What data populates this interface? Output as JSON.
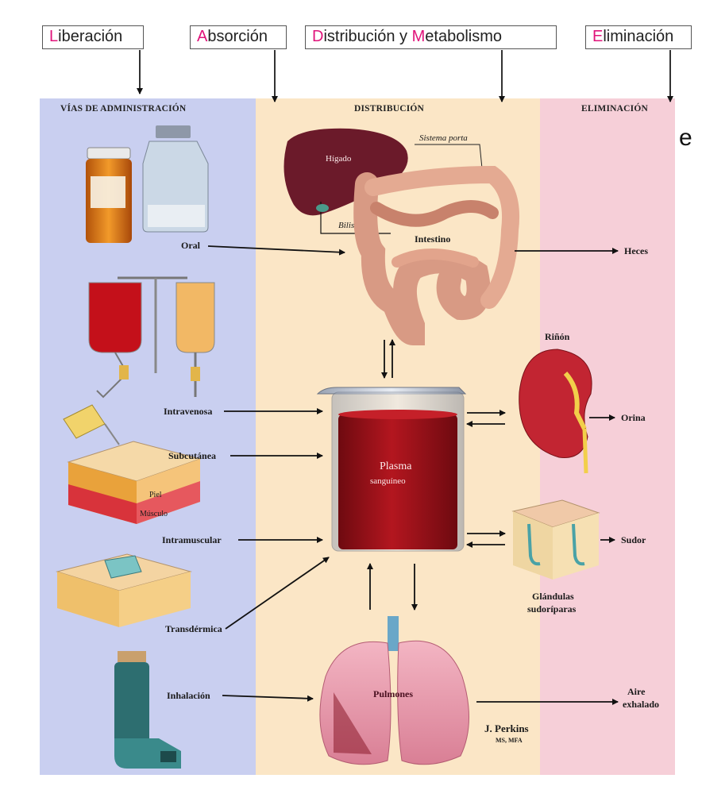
{
  "header": {
    "steps": [
      {
        "first": "L",
        "rest": "iberación"
      },
      {
        "first": "A",
        "rest": "bsorción"
      },
      {
        "first": "D",
        "rest": "istribución y ",
        "first2": "M",
        "rest2": "etabolismo"
      },
      {
        "first": "E",
        "rest": "liminación"
      }
    ]
  },
  "columns": {
    "left": "VÍAS DE ADMINISTRACIÓN",
    "center": "DISTRIBUCIÓN",
    "right": "ELIMINACIÓN"
  },
  "routes": [
    "Oral",
    "Intravenosa",
    "Subcutánea",
    "Intramuscular",
    "Transdérmica",
    "Inhalación"
  ],
  "organs": {
    "liver": "Hígado",
    "portal": "Sistema porta",
    "bile": "Bilis",
    "intestine": "Intestino",
    "plasma": "Plasma",
    "blood": "sanguíneo",
    "lungs": "Pulmones",
    "kidney": "Riñón",
    "glands_1": "Glándulas",
    "glands_2": "sudoríparas",
    "skin": "Piel",
    "muscle": "Músculo"
  },
  "outputs": {
    "feces": "Heces",
    "urine": "Orina",
    "sweat": "Sudor",
    "air_1": "Aire",
    "air_2": "exhalado"
  },
  "credit": {
    "name": "J. Perkins",
    "title": "MS, MFA"
  },
  "stray_char": "e",
  "colors": {
    "left_panel": "#c9cff0",
    "center_panel": "#fbe6c6",
    "right_panel": "#f6cfd8",
    "accent_letter": "#e0137a",
    "plasma": "#a5141e"
  }
}
